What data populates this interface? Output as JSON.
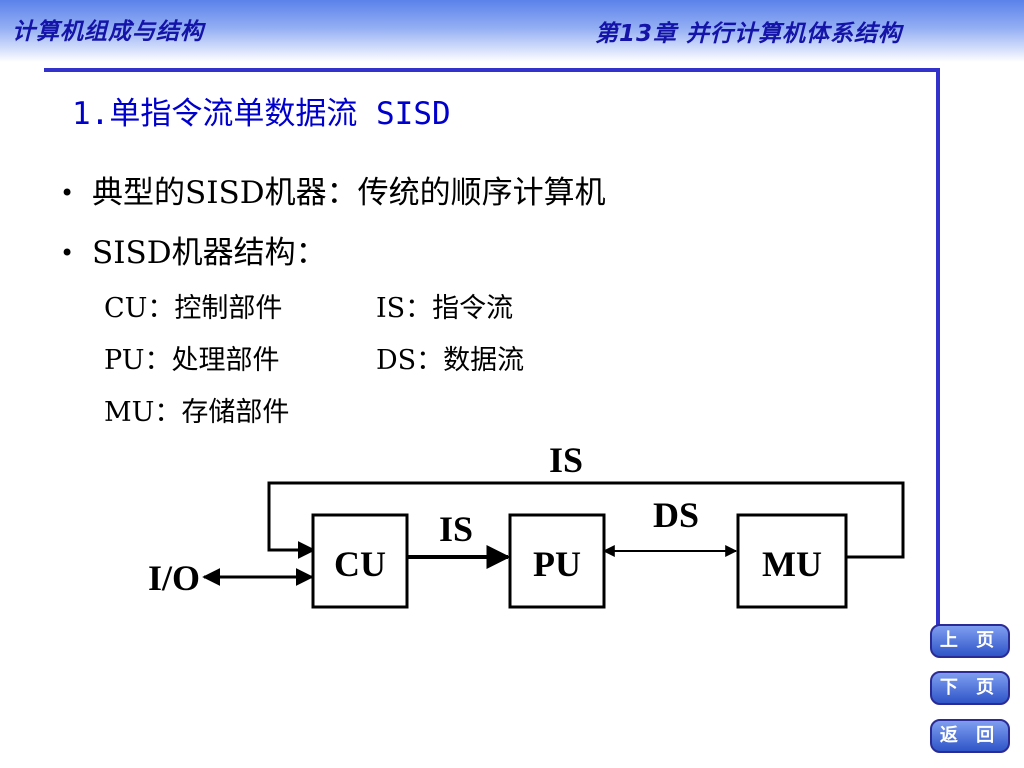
{
  "header": {
    "course_title": "计算机组成与结构",
    "chapter_title": "第13章  并行计算机体系结构"
  },
  "slide": {
    "title": "1.单指令流单数据流 SISD",
    "bullets": [
      "典型的SISD机器：传统的顺序计算机",
      "SISD机器结构："
    ],
    "definitions": {
      "cu": "CU：控制部件",
      "is": "IS：指令流",
      "pu": "PU：处理部件",
      "ds": "DS：数据流",
      "mu": "MU：存储部件"
    }
  },
  "diagram": {
    "io_label": "I/O",
    "cu_label": "CU",
    "pu_label": "PU",
    "mu_label": "MU",
    "is_top_label": "IS",
    "is_mid_label": "IS",
    "ds_label": "DS"
  },
  "nav": {
    "prev": "上 页",
    "next": "下 页",
    "back": "返 回"
  },
  "colors": {
    "title_blue": "#0000cc",
    "header_text": "#1414a8",
    "frame_blue": "#3333cc",
    "header_gradient_top": "#5b82ea"
  }
}
